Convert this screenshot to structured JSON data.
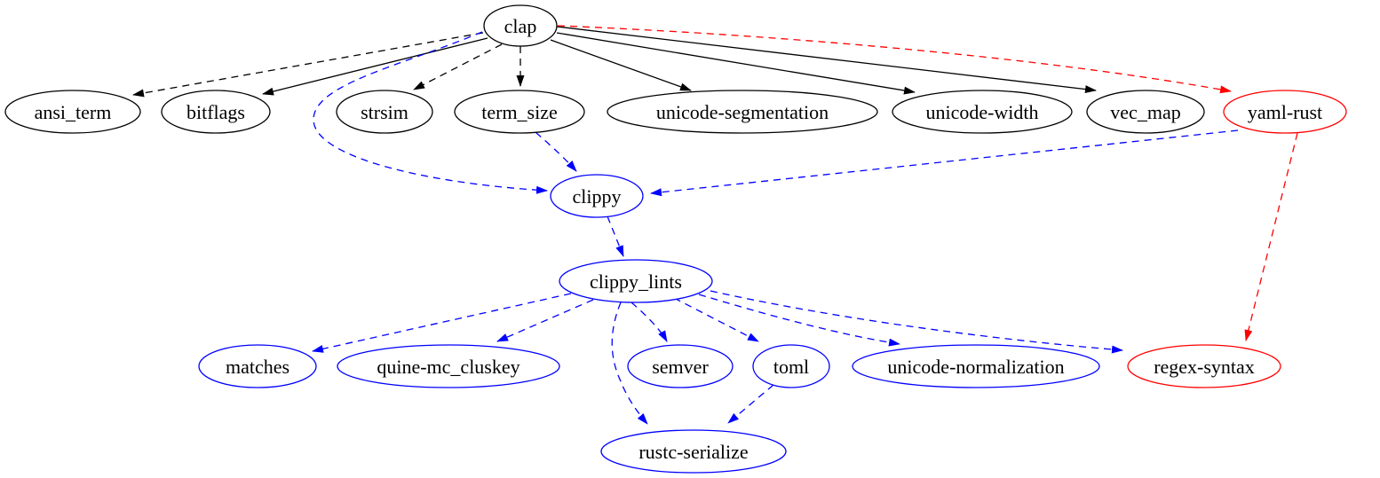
{
  "graph": {
    "background": "#ffffff",
    "colors": {
      "black": "#000000",
      "blue": "#0000ff",
      "red": "#ff0000"
    },
    "nodes": {
      "clap": {
        "label": "clap",
        "color": "black"
      },
      "ansi_term": {
        "label": "ansi_term",
        "color": "black"
      },
      "bitflags": {
        "label": "bitflags",
        "color": "black"
      },
      "strsim": {
        "label": "strsim",
        "color": "black"
      },
      "term_size": {
        "label": "term_size",
        "color": "black"
      },
      "unicode_segmentation": {
        "label": "unicode-segmentation",
        "color": "black"
      },
      "unicode_width": {
        "label": "unicode-width",
        "color": "black"
      },
      "vec_map": {
        "label": "vec_map",
        "color": "black"
      },
      "yaml_rust": {
        "label": "yaml-rust",
        "color": "red"
      },
      "clippy": {
        "label": "clippy",
        "color": "blue"
      },
      "clippy_lints": {
        "label": "clippy_lints",
        "color": "blue"
      },
      "matches": {
        "label": "matches",
        "color": "blue"
      },
      "quine_mc_cluskey": {
        "label": "quine-mc_cluskey",
        "color": "blue"
      },
      "semver": {
        "label": "semver",
        "color": "blue"
      },
      "toml": {
        "label": "toml",
        "color": "blue"
      },
      "unicode_normalization": {
        "label": "unicode-normalization",
        "color": "blue"
      },
      "regex_syntax": {
        "label": "regex-syntax",
        "color": "red"
      },
      "rustc_serialize": {
        "label": "rustc-serialize",
        "color": "blue"
      }
    },
    "edges": [
      {
        "from": "clap",
        "to": "ansi_term",
        "style": "dashed",
        "color": "black"
      },
      {
        "from": "clap",
        "to": "bitflags",
        "style": "solid",
        "color": "black"
      },
      {
        "from": "clap",
        "to": "strsim",
        "style": "dashed",
        "color": "black"
      },
      {
        "from": "clap",
        "to": "term_size",
        "style": "dashed",
        "color": "black"
      },
      {
        "from": "clap",
        "to": "unicode-segmentation",
        "style": "solid",
        "color": "black"
      },
      {
        "from": "clap",
        "to": "unicode-width",
        "style": "solid",
        "color": "black"
      },
      {
        "from": "clap",
        "to": "vec_map",
        "style": "solid",
        "color": "black"
      },
      {
        "from": "clap",
        "to": "yaml-rust",
        "style": "dashed",
        "color": "red"
      },
      {
        "from": "clap",
        "to": "clippy",
        "style": "dashed",
        "color": "blue"
      },
      {
        "from": "term_size",
        "to": "clippy",
        "style": "dashed",
        "color": "blue"
      },
      {
        "from": "yaml-rust",
        "to": "clippy",
        "style": "dashed",
        "color": "blue"
      },
      {
        "from": "yaml-rust",
        "to": "regex-syntax",
        "style": "dashed",
        "color": "red"
      },
      {
        "from": "clippy",
        "to": "clippy_lints",
        "style": "dashed",
        "color": "blue"
      },
      {
        "from": "clippy_lints",
        "to": "matches",
        "style": "dashed",
        "color": "blue"
      },
      {
        "from": "clippy_lints",
        "to": "quine-mc_cluskey",
        "style": "dashed",
        "color": "blue"
      },
      {
        "from": "clippy_lints",
        "to": "semver",
        "style": "dashed",
        "color": "blue"
      },
      {
        "from": "clippy_lints",
        "to": "toml",
        "style": "dashed",
        "color": "blue"
      },
      {
        "from": "clippy_lints",
        "to": "unicode-normalization",
        "style": "dashed",
        "color": "blue"
      },
      {
        "from": "clippy_lints",
        "to": "regex-syntax",
        "style": "dashed",
        "color": "blue"
      },
      {
        "from": "clippy_lints",
        "to": "rustc-serialize",
        "style": "dashed",
        "color": "blue"
      },
      {
        "from": "toml",
        "to": "rustc-serialize",
        "style": "dashed",
        "color": "blue"
      }
    ]
  }
}
